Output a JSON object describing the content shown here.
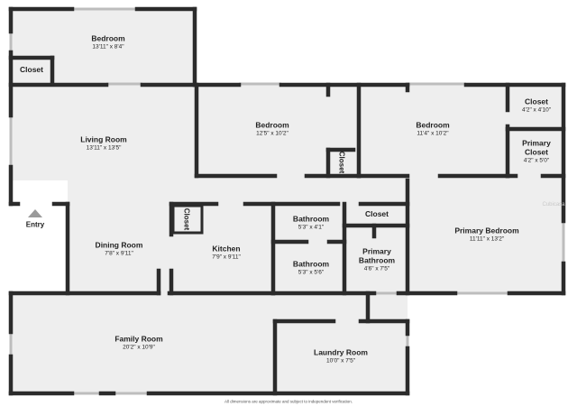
{
  "rooms": {
    "bedroom_top": {
      "name": "Bedroom",
      "dims": "13'11\" x 8'4\""
    },
    "closet_top_left": {
      "name": "Closet"
    },
    "living_room": {
      "name": "Living Room",
      "dims": "13'11\" x 13'5\""
    },
    "bedroom_middle": {
      "name": "Bedroom",
      "dims": "12'5\" x 10'2\""
    },
    "closet_vertical_middle": {
      "name": "Closet"
    },
    "bedroom_right": {
      "name": "Bedroom",
      "dims": "11'4\" x 10'2\""
    },
    "closet_right": {
      "name": "Closet",
      "dims": "4'2\" x 4'10\""
    },
    "primary_closet": {
      "name": "Primary Closet",
      "line1": "Primary",
      "line2": "Closet",
      "dims": "4'2\" x 5'0\""
    },
    "dining_room": {
      "name": "Dining Room",
      "dims": "7'8\" x 9'11\""
    },
    "closet_kitchen": {
      "name": "Closet"
    },
    "kitchen": {
      "name": "Kitchen",
      "dims": "7'9\" x 9'11\""
    },
    "bathroom_upper": {
      "name": "Bathroom",
      "dims": "5'3\" x 4'1\""
    },
    "closet_hall": {
      "name": "Closet"
    },
    "bathroom_lower": {
      "name": "Bathroom",
      "dims": "5'3\" x 5'6\""
    },
    "primary_bathroom": {
      "name": "Primary Bathroom",
      "line1": "Primary",
      "line2": "Bathroom",
      "dims": "4'6\" x 7'5\""
    },
    "primary_bedroom": {
      "name": "Primary Bedroom",
      "dims": "11'11\" x 13'2\""
    },
    "family_room": {
      "name": "Family Room",
      "dims": "20'2\" x 10'9\""
    },
    "laundry_room": {
      "name": "Laundry Room",
      "dims": "10'0\" x 7'5\""
    }
  },
  "entry_label": "Entry",
  "footer_note": "All dimensions are approximate and subject to independent verification.",
  "watermark": "Cubicasa",
  "colors": {
    "floor": "#eeeeee",
    "wall": "#2b2b2b",
    "window": "#bdbdbd",
    "arrow": "#9a9a9a"
  }
}
